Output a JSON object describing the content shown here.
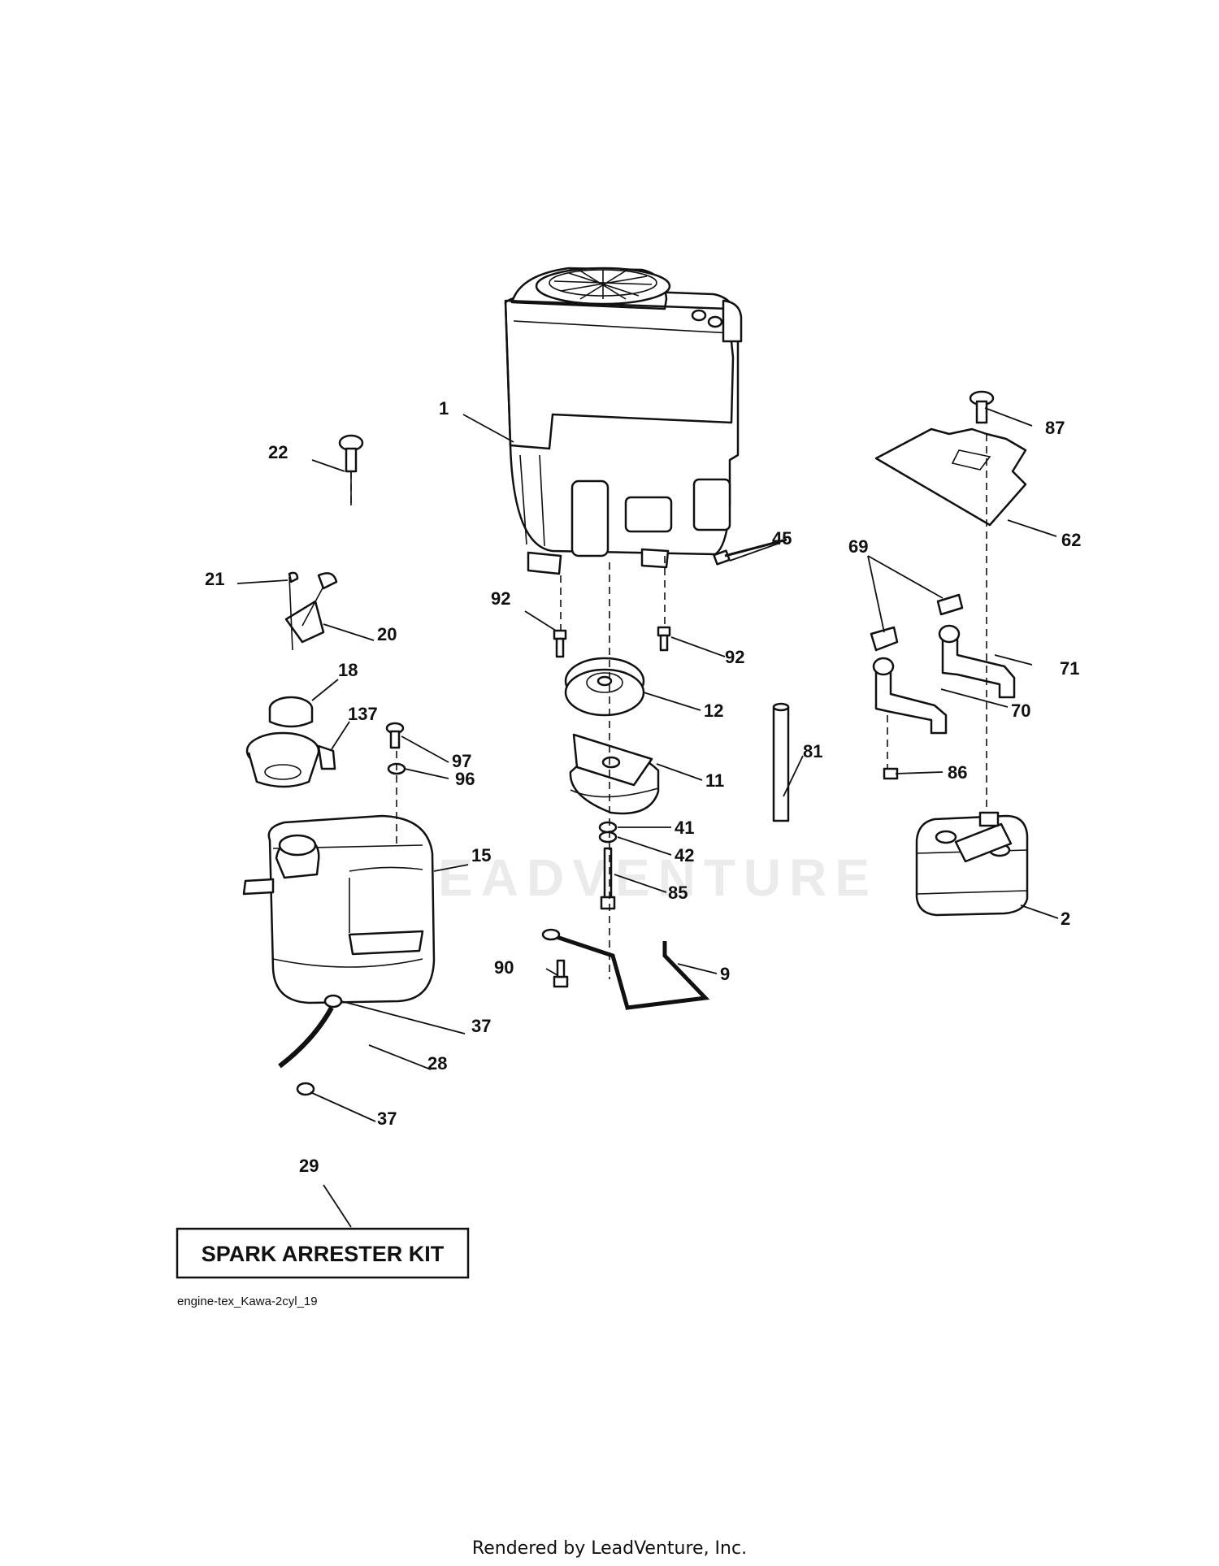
{
  "watermark": "LEADVENTURE",
  "kit_label": "SPARK ARRESTER KIT",
  "diagram_code": "engine-tex_Kawa-2cyl_19",
  "footer": "Rendered by LeadVenture, Inc.",
  "callouts": {
    "c1": "1",
    "c2": "2",
    "c9": "9",
    "c11": "11",
    "c12": "12",
    "c15": "15",
    "c18": "18",
    "c20": "20",
    "c21": "21",
    "c22": "22",
    "c28": "28",
    "c29": "29",
    "c37a": "37",
    "c37b": "37",
    "c41": "41",
    "c42": "42",
    "c45": "45",
    "c62": "62",
    "c69": "69",
    "c70": "70",
    "c71": "71",
    "c81": "81",
    "c85": "85",
    "c86": "86",
    "c87": "87",
    "c90": "90",
    "c92a": "92",
    "c92b": "92",
    "c96": "96",
    "c97": "97",
    "c137": "137"
  }
}
